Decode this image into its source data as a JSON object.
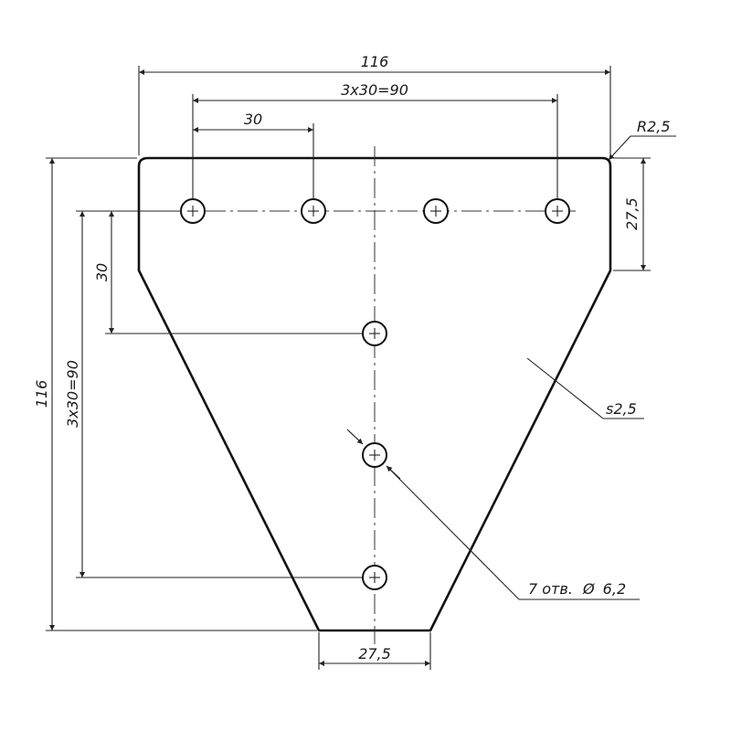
{
  "dimensions": {
    "overall_width": "116",
    "hole_span_horizontal": "3x30=90",
    "hole_pitch_horizontal": "30",
    "corner_radius": "R2,5",
    "side_height": "27,5",
    "overall_height": "116",
    "hole_span_vertical": "3x30=90",
    "hole_pitch_vertical": "30",
    "thickness": "s2,5",
    "bottom_width": "27,5"
  },
  "callouts": {
    "holes_prefix": "7 отв.",
    "diameter_symbol": "Ø",
    "holes_diameter": "6,2"
  }
}
